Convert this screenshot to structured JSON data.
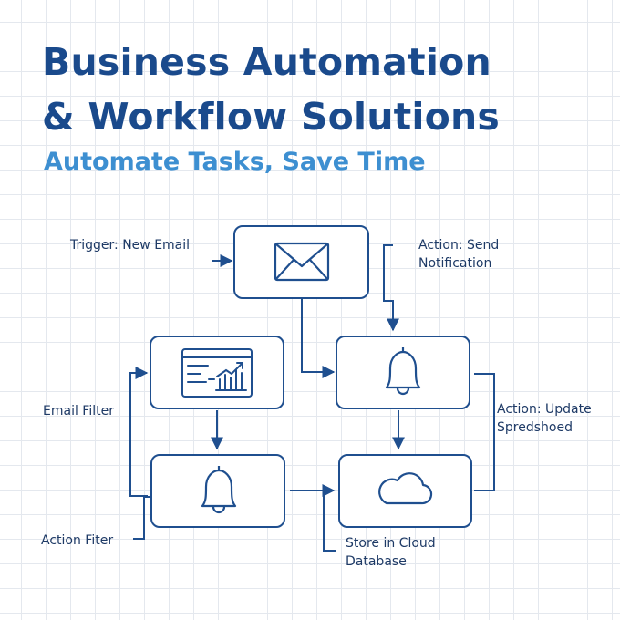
{
  "title": {
    "line1": "Business Automation",
    "line2": "& Workflow Solutions"
  },
  "subtitle": "Automate Tasks, Save Time",
  "labels": {
    "trigger": "Trigger: New Email",
    "send_notification": "Action: Send\nNotification",
    "email_filter": "Email Filter",
    "update_spreadsheet": "Action: Update\nSpredshoed",
    "action_filter": "Action Fiter",
    "store_cloud": "Store in Cloud\nDatabase"
  },
  "nodes": [
    {
      "id": "email",
      "icon": "envelope-icon"
    },
    {
      "id": "dashboard",
      "icon": "dashboard-chart-icon"
    },
    {
      "id": "notify-top",
      "icon": "bell-icon"
    },
    {
      "id": "notify-bottom",
      "icon": "bell-icon"
    },
    {
      "id": "cloud",
      "icon": "cloud-icon"
    }
  ],
  "colors": {
    "title": "#1a4a8c",
    "accent": "#3d8fd1",
    "stroke": "#1f4f8f",
    "grid": "#e4e8ee"
  }
}
